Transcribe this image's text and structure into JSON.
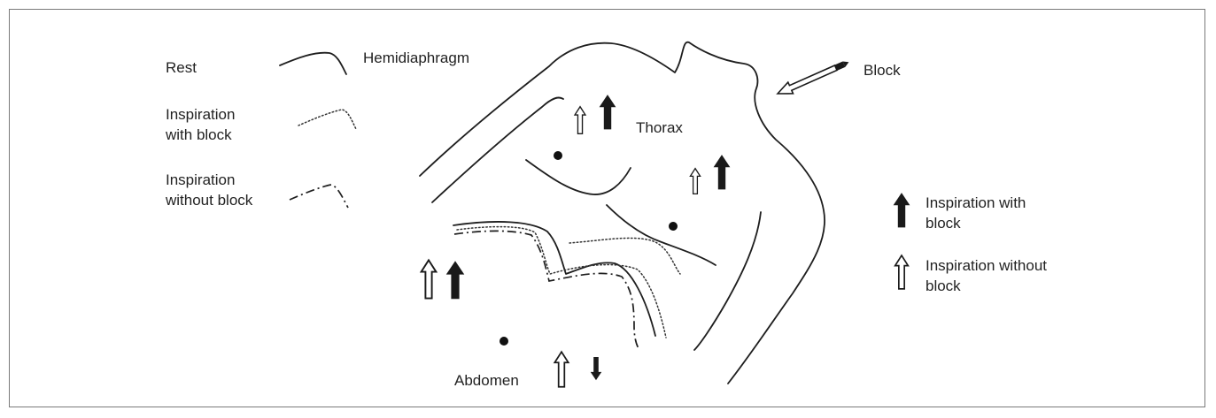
{
  "legend_lines": {
    "rest": "Rest",
    "inspiration_with_block": "Inspiration\nwith block",
    "inspiration_without_block": "Inspiration\nwithout block"
  },
  "labels": {
    "hemidiaphragm": "Hemidiaphragm",
    "thorax": "Thorax",
    "abdomen": "Abdomen",
    "block": "Block"
  },
  "legend_arrows": {
    "filled": "Inspiration with\nblock",
    "open": "Inspiration without\nblock"
  },
  "colors": {
    "line": "#1e1e1e",
    "border": "#7a7a7a",
    "background": "#ffffff"
  }
}
